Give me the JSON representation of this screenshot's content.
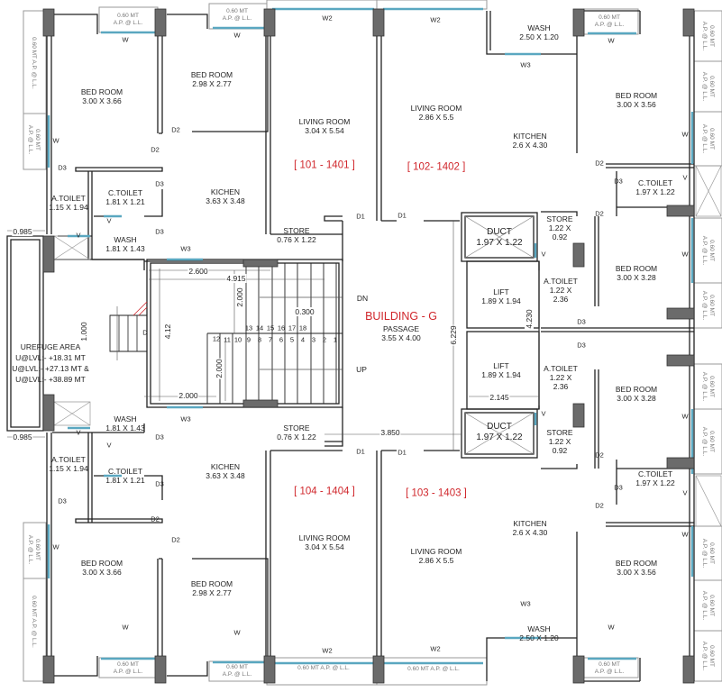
{
  "building": {
    "name": "BUILDING - G"
  },
  "units": {
    "u101": "[ 101 - 1401 ]",
    "u102": "[ 102- 1402 ]",
    "u103": "[ 103 - 1403 ]",
    "u104": "[ 104 - 1404 ]"
  },
  "rooms": {
    "bed_tl_1": {
      "name": "BED ROOM",
      "size": "3.00 X 3.66"
    },
    "bed_tl_2": {
      "name": "BED ROOM",
      "size": "2.98 X 2.77"
    },
    "living_tl": {
      "name": "LIVING ROOM",
      "size": "3.04 X 5.54"
    },
    "living_tr": {
      "name": "LIVING ROOM",
      "size": "2.86 X 5.5"
    },
    "wash_tr": {
      "name": "WASH",
      "size": "2.50 X 1.20"
    },
    "bed_tr_1": {
      "name": "BED ROOM",
      "size": "3.00 X 3.56"
    },
    "kitchen_tr": {
      "name": "KITCHEN",
      "size": "2.6 X 4.30"
    },
    "ctoilet_tr": {
      "name": "C.TOILET",
      "size": "1.97 X 1.22"
    },
    "ctoilet_tl": {
      "name": "C.TOILET",
      "size": "1.81 X 1.21"
    },
    "atoilet_tl": {
      "name": "A.TOILET",
      "size": "1.15 X 1.94"
    },
    "wash_tl": {
      "name": "WASH",
      "size": "1.81 X 1.43"
    },
    "kichen_tl": {
      "name": "KICHEN",
      "size": "3.63 X 3.48"
    },
    "store_tl": {
      "name": "STORE",
      "size": "0.76 X 1.22"
    },
    "duct_top": {
      "name": "DUCT",
      "size": "1.97 X 1.22"
    },
    "store_tr": {
      "name": "STORE",
      "size1": "1.22 X",
      "size2": "0.92"
    },
    "atoilet_tr": {
      "name": "A.TOILET",
      "size1": "1.22 X",
      "size2": "2.36"
    },
    "bed_tr_2": {
      "name": "BED ROOM",
      "size": "3.00 X 3.28"
    },
    "lift_1": {
      "name": "LIFT",
      "size": "1.89 X 1.94"
    },
    "lift_2": {
      "name": "LIFT",
      "size": "1.89 X 1.94"
    },
    "passage": {
      "name": "PASSAGE",
      "size": "3.55 X 4.00"
    },
    "atoilet_br": {
      "name": "A.TOILET",
      "size1": "1.22 X",
      "size2": "2.36"
    },
    "bed_br_2": {
      "name": "BED ROOM",
      "size": "3.00 X 3.28"
    },
    "duct_bottom": {
      "name": "DUCT",
      "size": "1.97 X 1.22"
    },
    "store_br": {
      "name": "STORE",
      "size1": "1.22 X",
      "size2": "0.92"
    },
    "wash_bl": {
      "name": "WASH",
      "size": "1.81 X 1.43"
    },
    "store_bl": {
      "name": "STORE",
      "size": "0.76 X 1.22"
    },
    "atoilet_bl": {
      "name": "A.TOILET",
      "size": "1.15 X 1.94"
    },
    "ctoilet_bl": {
      "name": "C.TOILET",
      "size": "1.81 X 1.21"
    },
    "kichen_bl": {
      "name": "KICHEN",
      "size": "3.63 X 3.48"
    },
    "ctoilet_br": {
      "name": "C.TOILET",
      "size": "1.97 X 1.22"
    },
    "kitchen_br": {
      "name": "KITCHEN",
      "size": "2.6 X 4.30"
    },
    "living_bl": {
      "name": "LIVING ROOM",
      "size": "3.04 X 5.54"
    },
    "living_br": {
      "name": "LIVING ROOM",
      "size": "2.86 X 5.5"
    },
    "bed_bl_1": {
      "name": "BED ROOM",
      "size": "3.00 X 3.66"
    },
    "bed_bl_2": {
      "name": "BED ROOM",
      "size": "2.98 X 2.77"
    },
    "bed_br_1": {
      "name": "BED ROOM",
      "size": "3.00 X 3.56"
    },
    "wash_br": {
      "name": "WASH",
      "size": "2.50 X 1.20"
    }
  },
  "refuge": {
    "title": "UREFUGE AREA",
    "l1": "U@LVL:- +18.31 MT",
    "l2": "U@LVL:- +27.13 MT &",
    "l3": "U@LVL:- +38.89 MT"
  },
  "stairs": {
    "dn": "DN",
    "up": "UP",
    "upper_steps": [
      "13",
      "14",
      "15",
      "16",
      "17",
      "18"
    ],
    "lower_steps": [
      "12",
      "11",
      "10",
      "9",
      "8",
      "7",
      "6",
      "5",
      "4",
      "3",
      "2",
      "1"
    ],
    "landing_door": "D"
  },
  "dimensions": {
    "d2600": "2.600",
    "d4915": "4.915",
    "d2000a": "2.000",
    "d0300": "0.300",
    "d412": "4.12",
    "d2000b": "2.000",
    "d2000c": "2.000",
    "d1000": "1.000",
    "d0985": "0.985",
    "d6229": "6.229",
    "d4230": "4.230",
    "d2145": "2.145",
    "d3850": "3.850"
  },
  "tags": {
    "w": "W",
    "w2": "W2",
    "w3": "W3",
    "v": "V",
    "d1": "D1",
    "d2": "D2",
    "d3": "D3",
    "ap": "0.60 MT A.P. @ L.L.",
    "ap_l1": "0.60 MT",
    "ap_l2": "A.P. @ L.L.",
    "ap_v1": "0.60 MT A.P. @ L.L."
  },
  "colors": {
    "wall": "#222222",
    "column": "#6b6b6b",
    "window": "#5aa7c0",
    "label_red": "#d0262b"
  }
}
